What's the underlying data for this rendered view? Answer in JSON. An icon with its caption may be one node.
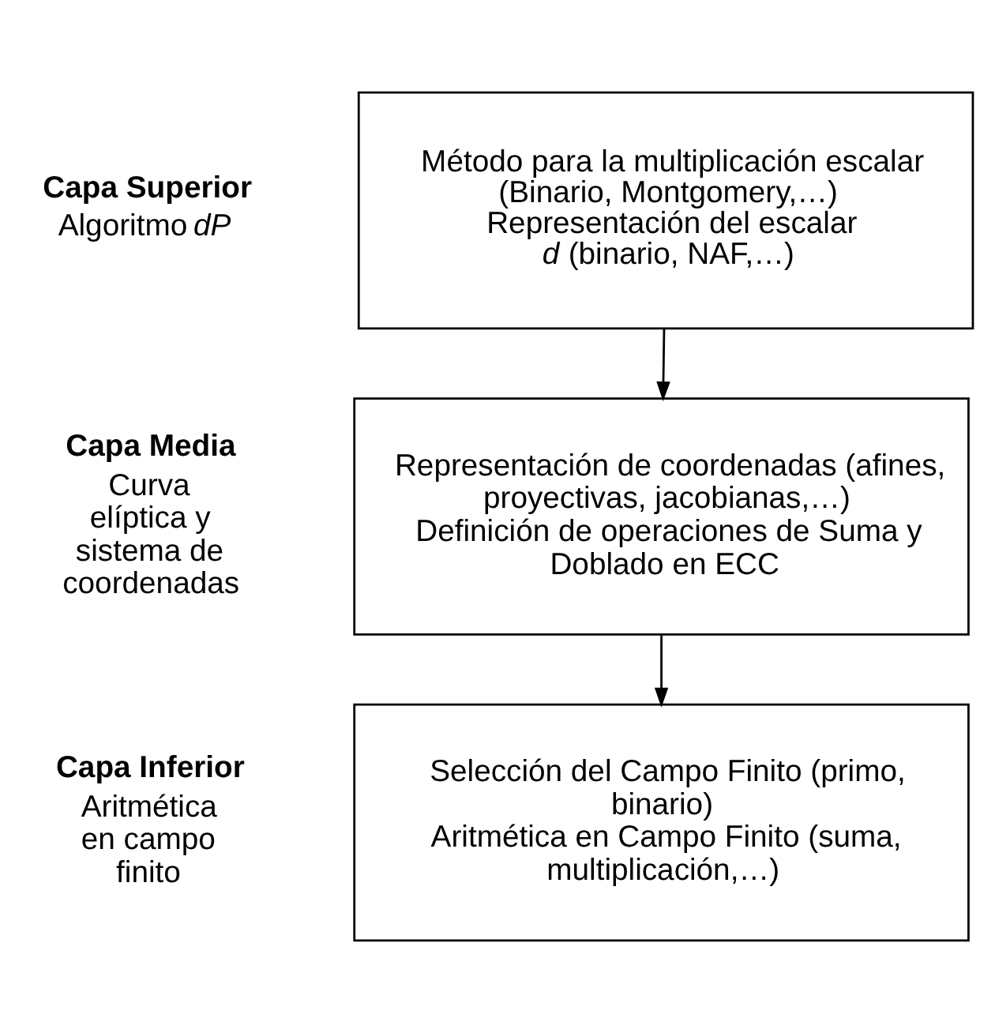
{
  "diagram": {
    "nodes": [
      {
        "text": [
          "Método para la multiplicación escalar (Binario, Montgomery,…)",
          "Representación del escalar *d* (binario, NAF,…)"
        ]
      },
      {
        "text": [
          "Representación de coordenadas (afines, proyectivas, jacobianas,…)",
          "Definición de operaciones de Suma y Doblado en ECC"
        ]
      },
      {
        "text": [
          "Selección del Campo Finito (primo, binario)",
          "Aritmética en Campo Finito (suma, multiplicación,…)"
        ]
      }
    ],
    "edges": [
      {
        "from": 0,
        "to": 1,
        "arrow": "to"
      },
      {
        "from": 1,
        "to": 2,
        "arrow": "to"
      }
    ],
    "labels": [
      "Capa Superior",
      "Algoritmo *dP*",
      "Capa Media",
      "Curva elíptica y sistema de coordenadas",
      "Capa Inferior",
      "Aritmética en campo finito"
    ]
  }
}
